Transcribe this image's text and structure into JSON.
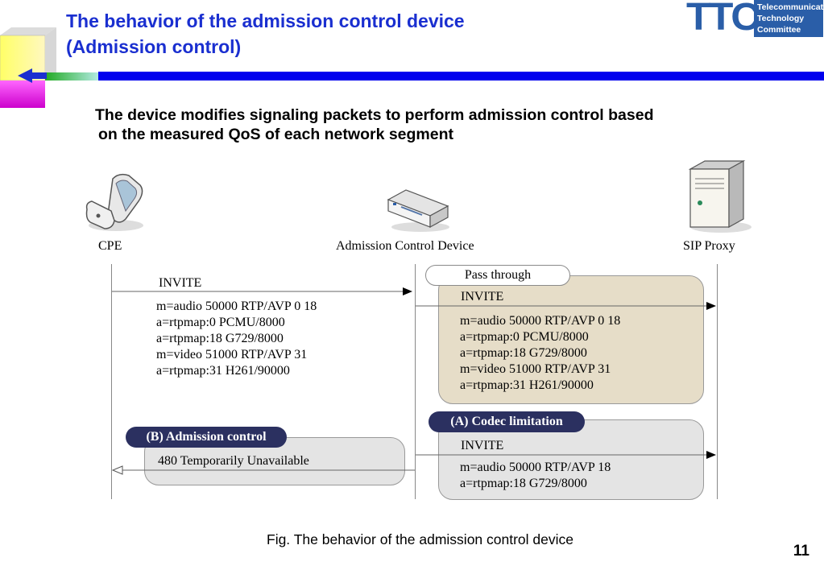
{
  "title": {
    "line1": "The behavior of the admission control device",
    "line2": "(Admission control)"
  },
  "logo": {
    "letters": "TTC",
    "line1": "Telecommunication",
    "line2": "Technology",
    "line3": "Committee"
  },
  "lead": {
    "line1": "The device modifies signaling packets to perform admission control based",
    "line2": "on the measured QoS of each network segment"
  },
  "devices": {
    "cpe": "CPE",
    "acd": "Admission Control Device",
    "sip": "SIP Proxy"
  },
  "flow": {
    "invite1": "INVITE",
    "sdp1": [
      "m=audio 50000 RTP/AVP 0 18",
      "a=rtpmap:0 PCMU/8000",
      "a=rtpmap:18 G729/8000",
      "m=video 51000 RTP/AVP 31",
      "a=rtpmap:31 H261/90000"
    ],
    "pass_through": "Pass through",
    "invite2": "INVITE",
    "sdp2": [
      "m=audio 50000 RTP/AVP 0 18",
      "a=rtpmap:0 PCMU/8000",
      "a=rtpmap:18 G729/8000",
      "m=video 51000 RTP/AVP 31",
      "a=rtpmap:31 H261/90000"
    ],
    "codec_limitation": "(A) Codec limitation",
    "invite3": "INVITE",
    "sdp3": [
      "m=audio 50000 RTP/AVP 18",
      "a=rtpmap:18 G729/8000"
    ],
    "admission_control": "(B) Admission control",
    "response": "480 Temporarily Unavailable"
  },
  "caption": "Fig. The behavior of the admission control device",
  "page_number": "11",
  "colors": {
    "title": "#1a2fd0",
    "pill": "#2b3060",
    "box_tan": "#e6ddc8",
    "box_gray": "#e4e4e4",
    "bar": "#0000ee"
  }
}
